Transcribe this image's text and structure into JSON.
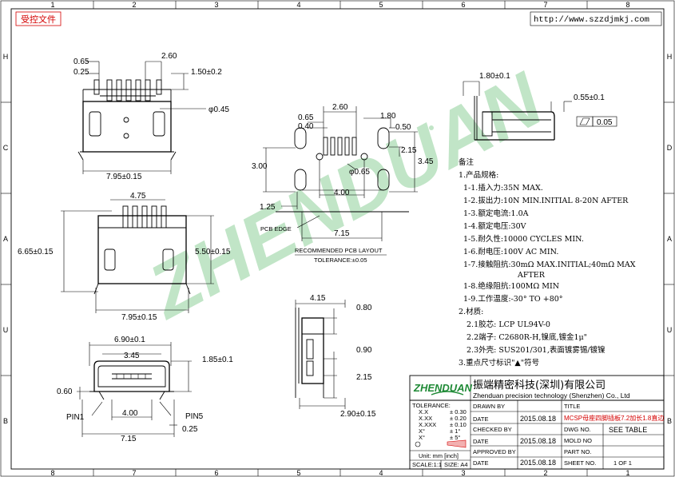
{
  "header": {
    "tag": "受控文件",
    "url": "http://www.szzdjmkj.com"
  },
  "grid": {
    "columns": [
      "1",
      "2",
      "3",
      "4",
      "5",
      "6",
      "7",
      "8"
    ],
    "rows": [
      "H",
      "C",
      "D",
      "A",
      "U",
      "B"
    ]
  },
  "dims": {
    "top_view": [
      "0.65",
      "0.25",
      "2.60",
      "1.50±0.2",
      "φ0.45",
      "7.95±0.15"
    ],
    "front_view": [
      "4.75",
      "6.65±0.15",
      "5.50±0.15",
      "7.95±0.15"
    ],
    "bottom_view": [
      "6.90±0.1",
      "3.45",
      "1.85±0.1",
      "0.60",
      "4.00",
      "7.15",
      "0.25",
      "PIN1",
      "PIN5"
    ],
    "pcb": [
      "0.65",
      "0.40",
      "2.60",
      "1.80",
      "0.50",
      "3.00",
      "2.15",
      "3.45",
      "φ0.65",
      "4.00",
      "1.25",
      "7.15",
      "PCB EDGE",
      "RECOMMENDED PCB LAYOUT",
      "TOLERANCE:±0.05"
    ],
    "side_top": [
      "1.80±0.1",
      "0.55±0.1",
      "0.05"
    ],
    "side_view": [
      "4.15",
      "0.80",
      "0.90",
      "2.15",
      "2.90±0.15"
    ]
  },
  "notes": {
    "title": "备注",
    "items": [
      "1.产品规格:",
      "1-1.插入力:35N MAX.",
      "1-2.拔出力:10N MIN.INITIAL 8-20N AFTER",
      "1-3.额定电流:1.0A",
      "1-4.额定电压:30V",
      "1-5.耐久性:10000 CYCLES MIN.",
      "1-6.耐电压:100V AC MIN.",
      "1-7.接触阻抗:30mΩ MAX.INITIAL;40mΩ MAX",
      "AFTER",
      "1-8.绝缘阻抗:100MΩ MIN",
      "1-9.工作温度:-30° TO +80°",
      "2.材质:",
      "2.1胶芯: LCP UL94V-0",
      "2.2端子: C2680R-H,镍底,镀金1μ\"",
      "2.3外壳: SUS201/301,表面镀雾锡/镀镍",
      "3.重点尺寸标识\"▲\"符号"
    ]
  },
  "title_block": {
    "logo_text": "ZHENDUAN",
    "company_cn": "振端精密科技(深圳)有限公司",
    "company_en": "Zhenduan precision technology (Shenzhen) Co., Ltd",
    "drawn_by_label": "DRAWN BY",
    "checked_by_label": "CHECKED BY",
    "approved_by_label": "APPROVED BY",
    "date_label": "DATE",
    "drawn_date": "2015.08.18",
    "checked_date": "2015.08.18",
    "approved_date": "2015.08.18",
    "title_label": "TITLE",
    "title_value": "MCSP母座四脚插板7.2加长1.8直边",
    "dwg_no_label": "DWG NO.",
    "dwg_no_value": "SEE TABLE",
    "mold_no_label": "MOLD NO",
    "part_no_label": "PART NO.",
    "sheet_no_label": "SHEET NO.",
    "sheet_no_value": "1 OF 1",
    "tolerance_label": "TOLERANCE:",
    "tolerances": [
      [
        "X.X",
        "± 0.30"
      ],
      [
        "X.XX",
        "± 0.20"
      ],
      [
        "X.XXX",
        "± 0.10"
      ],
      [
        "X°",
        "± 1°"
      ],
      [
        "X°",
        "± 5°"
      ]
    ],
    "unit": "Unit: mm [inch]",
    "scale": "SCALE:1:1",
    "size": "SIZE: A4"
  },
  "watermark": "ZHENDUAN"
}
